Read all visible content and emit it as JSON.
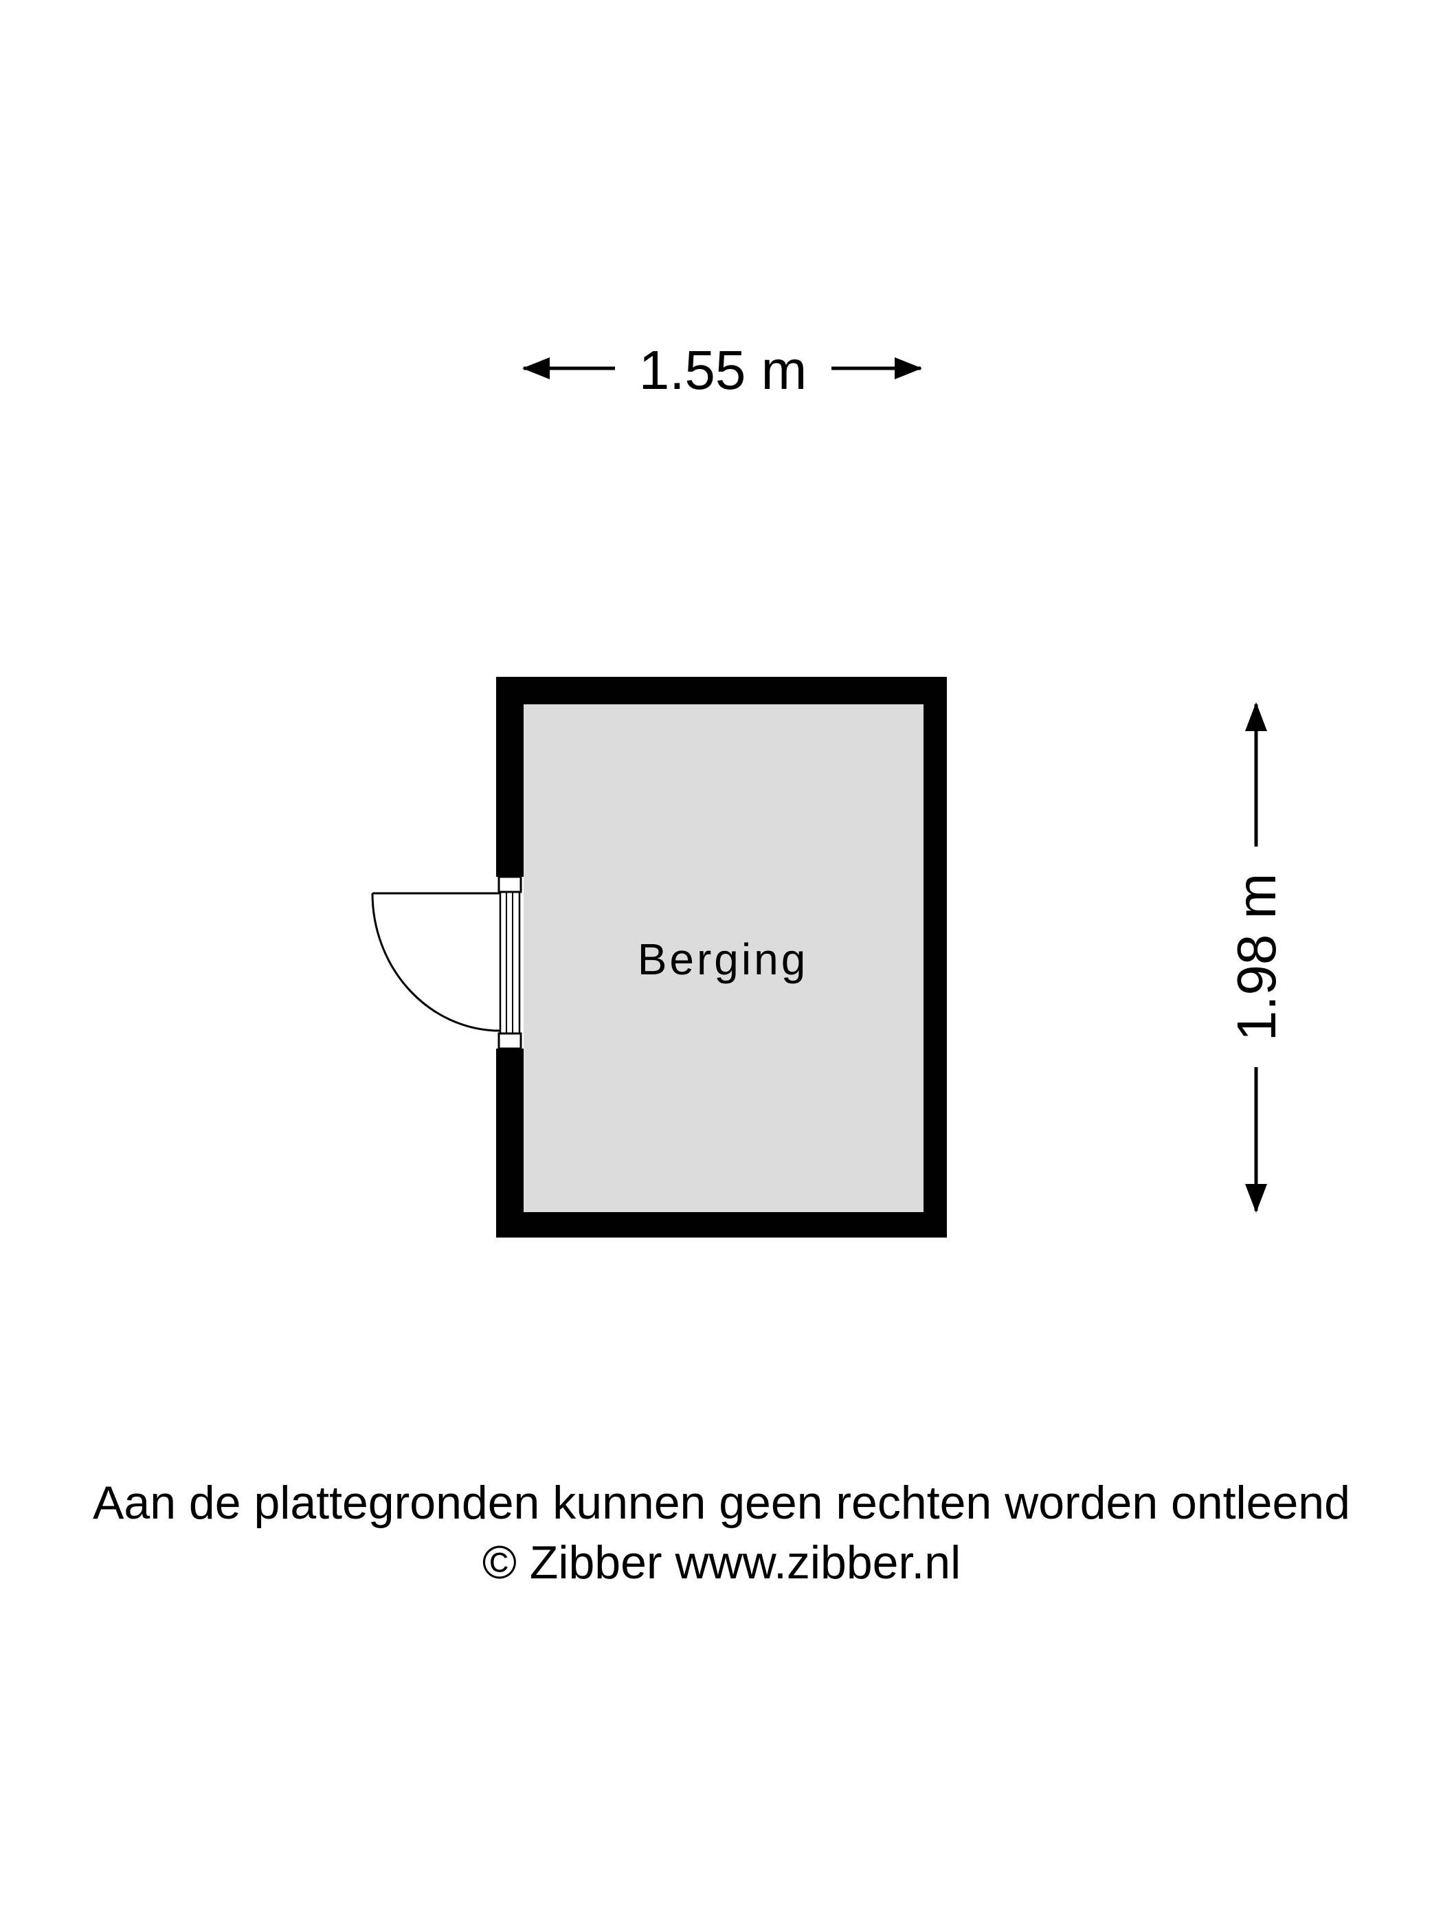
{
  "dimensions": {
    "width_label": "1.55 m",
    "height_label": "1.98 m"
  },
  "rooms": [
    {
      "label": "Berging"
    }
  ],
  "footer": {
    "disclaimer": "Aan de plattegronden kunnen geen rechten worden ontleend",
    "copyright": "© Zibber www.zibber.nl"
  },
  "colors": {
    "wall": "#000000",
    "floor": "#dcdcdc",
    "background": "#ffffff"
  }
}
